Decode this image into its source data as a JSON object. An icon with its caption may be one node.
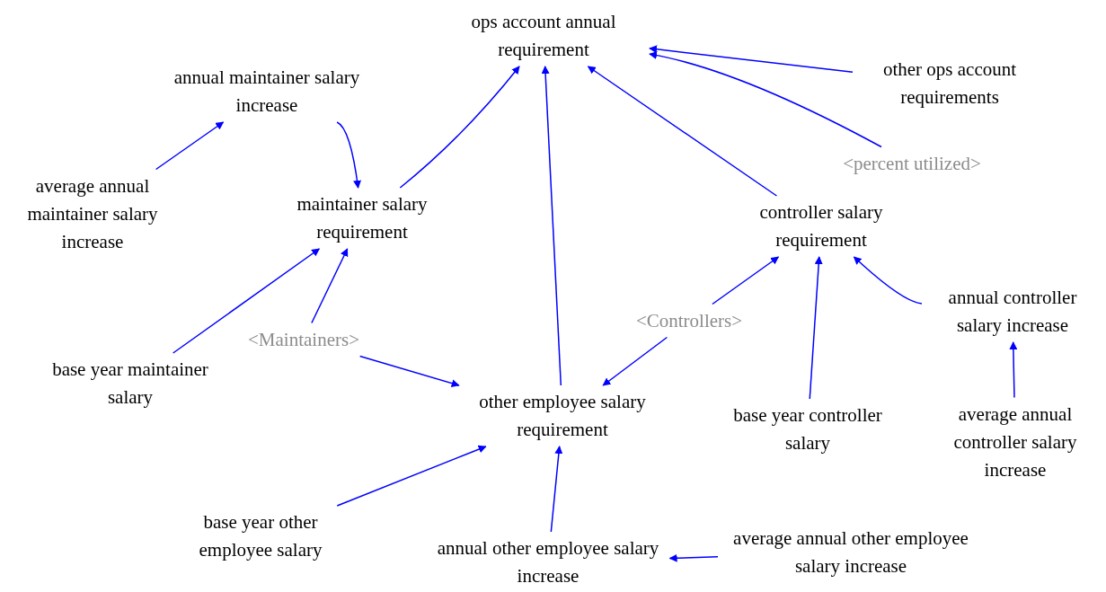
{
  "diagram": {
    "nodes": [
      {
        "text": [
          "ops account annual requirement"
        ]
      },
      {
        "text": [
          "other ops account requirements"
        ]
      },
      {
        "text": [
          "<percent utilized>"
        ]
      },
      {
        "text": [
          "annual maintainer salary increase"
        ]
      },
      {
        "text": [
          "average annual maintainer salary increase"
        ]
      },
      {
        "text": [
          "maintainer salary requirement"
        ]
      },
      {
        "text": [
          "controller salary requirement"
        ]
      },
      {
        "text": [
          "<Maintainers>"
        ]
      },
      {
        "text": [
          "<Controllers>"
        ]
      },
      {
        "text": [
          "base year maintainer salary"
        ]
      },
      {
        "text": [
          "annual controller salary increase"
        ]
      },
      {
        "text": [
          "other employee salary requirement"
        ]
      },
      {
        "text": [
          "base year controller salary"
        ]
      },
      {
        "text": [
          "average annual controller salary increase"
        ]
      },
      {
        "text": [
          "base year other employee salary"
        ]
      },
      {
        "text": [
          "annual other employee salary increase"
        ]
      },
      {
        "text": [
          "average annual other employee salary increase"
        ]
      }
    ],
    "edges": [
      {
        "from": 1,
        "to": 0,
        "arrow": "to"
      },
      {
        "from": 2,
        "to": 0,
        "arrow": "to"
      },
      {
        "from": 5,
        "to": 0,
        "arrow": "to"
      },
      {
        "from": 11,
        "to": 0,
        "arrow": "to"
      },
      {
        "from": 6,
        "to": 0,
        "arrow": "to"
      },
      {
        "from": 4,
        "to": 3,
        "arrow": "to"
      },
      {
        "from": 3,
        "to": 5,
        "arrow": "to"
      },
      {
        "from": 9,
        "to": 5,
        "arrow": "to"
      },
      {
        "from": 7,
        "to": 5,
        "arrow": "to"
      },
      {
        "from": 7,
        "to": 11,
        "arrow": "to"
      },
      {
        "from": 8,
        "to": 11,
        "arrow": "to"
      },
      {
        "from": 8,
        "to": 6,
        "arrow": "to"
      },
      {
        "from": 12,
        "to": 6,
        "arrow": "to"
      },
      {
        "from": 10,
        "to": 6,
        "arrow": "to"
      },
      {
        "from": 13,
        "to": 10,
        "arrow": "to"
      },
      {
        "from": 14,
        "to": 11,
        "arrow": "to"
      },
      {
        "from": 15,
        "to": 11,
        "arrow": "to"
      },
      {
        "from": 16,
        "to": 15,
        "arrow": "to"
      }
    ]
  }
}
